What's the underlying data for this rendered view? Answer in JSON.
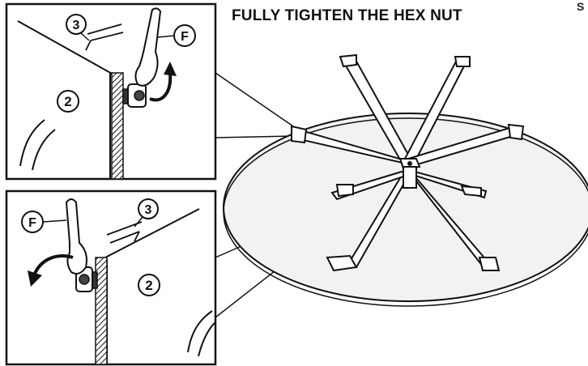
{
  "instruction": {
    "title": "FULLY TIGHTEN THE HEX NUT",
    "corner_mark": "S"
  },
  "callouts": {
    "part_table_top": "2",
    "part_bracket": "3",
    "tool_wrench": "F"
  },
  "colors": {
    "ink": "#111111",
    "paper": "#ffffff",
    "tabletop_shade": "#f2f2f2"
  },
  "icons": {
    "tighten_arrow": "curved-arrow-icon",
    "wrench": "hex-wrench-icon"
  }
}
